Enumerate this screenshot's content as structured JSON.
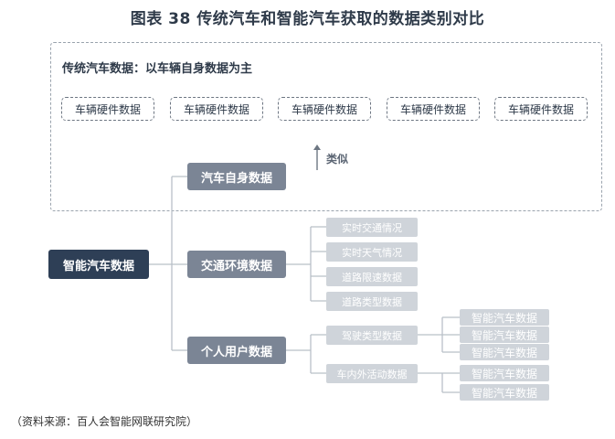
{
  "title": "图表 38 传统汽车和智能汽车获取的数据类别对比",
  "traditional": {
    "heading": "传统汽车数据：以车辆自身数据为主",
    "hardware_items": [
      "车辆硬件数据",
      "车辆硬件数据",
      "车辆硬件数据",
      "车辆硬件数据",
      "车辆硬件数据"
    ],
    "similar_label": "类似"
  },
  "smart": {
    "root": "智能汽车数据",
    "categories": [
      {
        "label": "汽车自身数据",
        "items": []
      },
      {
        "label": "交通环境数据",
        "items": [
          "实时交通情况",
          "实时天气情况",
          "道路限速数据",
          "道路类型数据"
        ]
      },
      {
        "label": "个人用户数据",
        "items": [
          "驾驶类型数据",
          "车内外活动数据"
        ]
      }
    ],
    "leaves": [
      "智能汽车数据",
      "智能汽车数据",
      "智能汽车数据",
      "智能汽车数据",
      "智能汽车数据"
    ]
  },
  "source": "（资料来源：百人会智能网联研究院）",
  "colors": {
    "root": "#2e3f56",
    "category": "#7b8595",
    "item": "#cfd4da",
    "connector": "#b9c0c8"
  }
}
